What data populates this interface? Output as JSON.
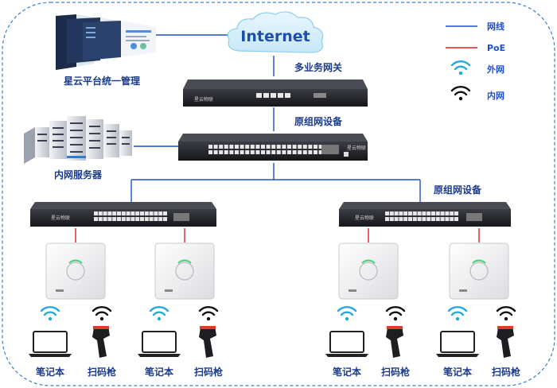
{
  "labels": {
    "internet": "Internet",
    "platform": "星云平台统一管理",
    "gateway": "多业务网关",
    "core_switch": "原组网设备",
    "servers": "内网服务器",
    "right_switch": "原组网设备",
    "laptop": "笔记本",
    "scanner": "扫码枪"
  },
  "legend": {
    "network_line": "网线",
    "poe": "PoE",
    "external_wifi": "外网",
    "internal_wifi": "内网"
  },
  "device_brand": "星云物联",
  "colors": {
    "network_line": "#1f4fd1",
    "poe_line": "#e02020",
    "external_wifi": "#23a8e0",
    "internal_wifi": "#111111",
    "border": "#3a7bd5"
  }
}
